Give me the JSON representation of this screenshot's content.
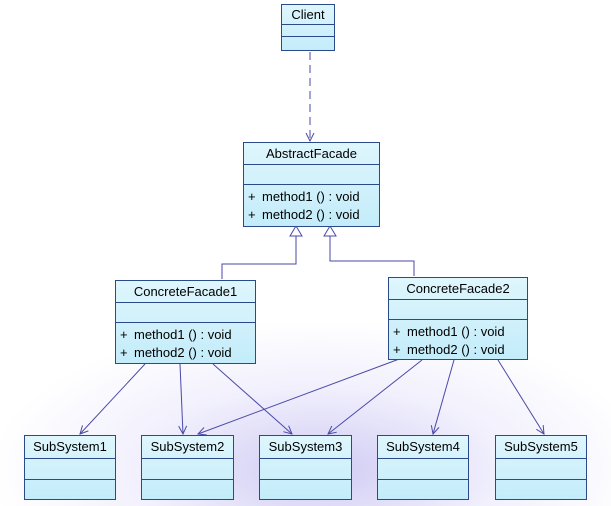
{
  "diagram": {
    "client": {
      "name": "Client"
    },
    "abstract_facade": {
      "name": "AbstractFacade",
      "operations": [
        {
          "visibility": "+",
          "signature": "method1 () : void"
        },
        {
          "visibility": "+",
          "signature": "method2 () : void"
        }
      ]
    },
    "concrete_facade_1": {
      "name": "ConcreteFacade1",
      "operations": [
        {
          "visibility": "+",
          "signature": "method1 () : void"
        },
        {
          "visibility": "+",
          "signature": "method2 () : void"
        }
      ]
    },
    "concrete_facade_2": {
      "name": "ConcreteFacade2",
      "operations": [
        {
          "visibility": "+",
          "signature": "method1 () : void"
        },
        {
          "visibility": "+",
          "signature": "method2 () : void"
        }
      ]
    },
    "subsystems": [
      {
        "name": "SubSystem1"
      },
      {
        "name": "SubSystem2"
      },
      {
        "name": "SubSystem3"
      },
      {
        "name": "SubSystem4"
      },
      {
        "name": "SubSystem5"
      }
    ],
    "colors": {
      "class_fill_top": "#dff6fd",
      "class_fill_bottom": "#c3ecfa",
      "class_border": "#2a4a8a",
      "connector": "#4a4aa8",
      "background_glow": "#b4aaeb"
    }
  }
}
